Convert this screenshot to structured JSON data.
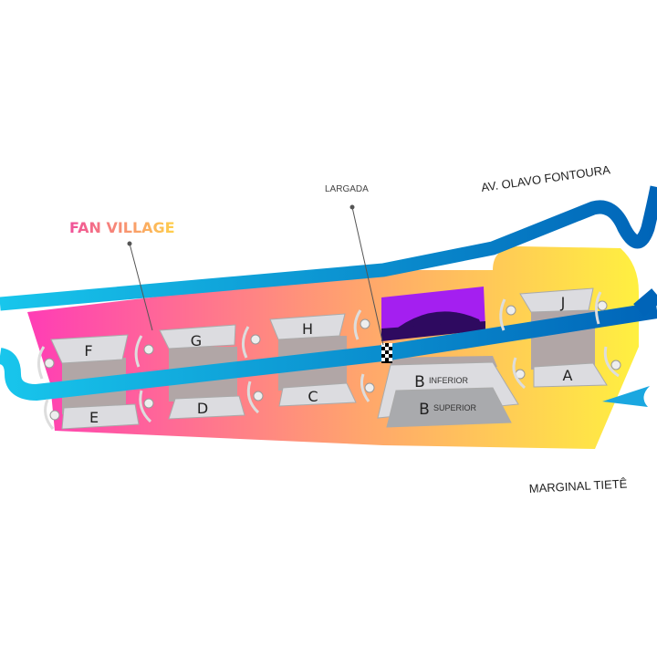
{
  "map": {
    "labels": {
      "fan_village": "FAN VILLAGE",
      "largada": "LARGADA",
      "av_olavo_fontoura": "AV. OLAVO FONTOURA",
      "marginal_tiete": "MARGINAL TIETÊ"
    },
    "stands": {
      "f": "F",
      "g": "G",
      "h": "H",
      "j": "J",
      "e": "E",
      "d": "D",
      "c": "C",
      "a": "A",
      "b_inferior_letter": "B",
      "b_inferior_label": "INFERIOR",
      "b_superior_letter": "B",
      "b_superior_label": "SUPERIOR"
    },
    "colors": {
      "zone_pink": "#ff3db5",
      "zone_orange": "#ffa66c",
      "zone_yellow": "#fff040",
      "track_cyan": "#18c6ec",
      "track_blue": "#0064b8",
      "stand_light": "#dcdce0",
      "stand_taupe": "#b1a6a6",
      "paddock_purple": "#a41ff0",
      "paddock_dark": "#2e0a60"
    }
  }
}
